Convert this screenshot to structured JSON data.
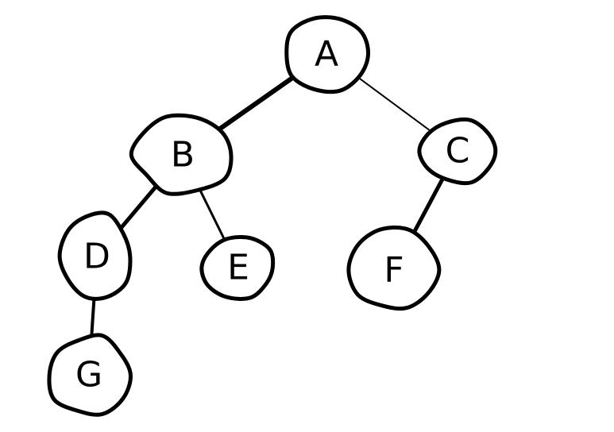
{
  "tree": {
    "nodes": [
      {
        "id": "A",
        "label": "A"
      },
      {
        "id": "B",
        "label": "B"
      },
      {
        "id": "C",
        "label": "C"
      },
      {
        "id": "D",
        "label": "D"
      },
      {
        "id": "E",
        "label": "E"
      },
      {
        "id": "F",
        "label": "F"
      },
      {
        "id": "G",
        "label": "G"
      }
    ],
    "edges": [
      {
        "from": "A",
        "to": "B"
      },
      {
        "from": "A",
        "to": "C"
      },
      {
        "from": "B",
        "to": "D"
      },
      {
        "from": "B",
        "to": "E"
      },
      {
        "from": "C",
        "to": "F"
      },
      {
        "from": "D",
        "to": "G"
      }
    ]
  }
}
